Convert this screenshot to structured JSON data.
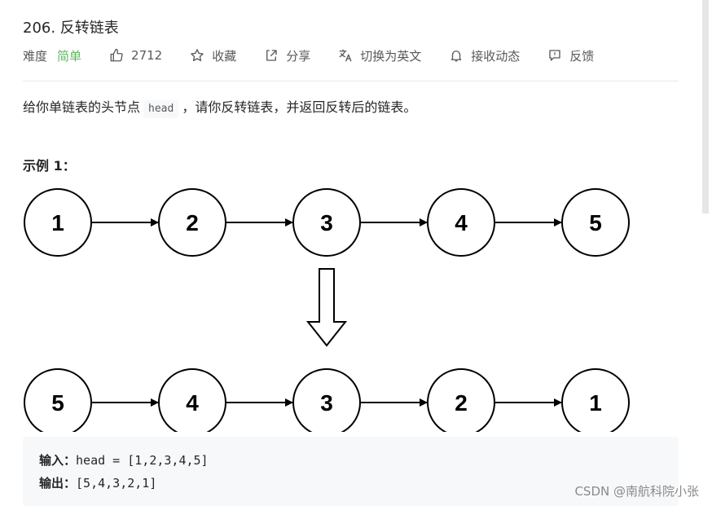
{
  "problem": {
    "title": "206. 反转链表",
    "difficulty_label": "难度",
    "difficulty_value": "简单",
    "likes": "2712",
    "actions": {
      "favorite": "收藏",
      "share": "分享",
      "switch_lang": "切换为英文",
      "notify": "接收动态",
      "feedback": "反馈"
    },
    "description_before": "给你单链表的头节点",
    "description_code": "head",
    "description_after": "，请你反转链表，并返回反转后的链表。",
    "example_title": "示例 1："
  },
  "diagram": {
    "top_nodes": [
      "1",
      "2",
      "3",
      "4",
      "5"
    ],
    "bottom_nodes": [
      "5",
      "4",
      "3",
      "2",
      "1"
    ]
  },
  "example": {
    "input_label": "输入：",
    "input_value": "head = [1,2,3,4,5]",
    "output_label": "输出：",
    "output_value": "[5,4,3,2,1]"
  },
  "colors": {
    "difficulty_easy": "#5cb85c",
    "code_bg": "#f7f8fa"
  },
  "watermark": "CSDN @南航科院小张"
}
